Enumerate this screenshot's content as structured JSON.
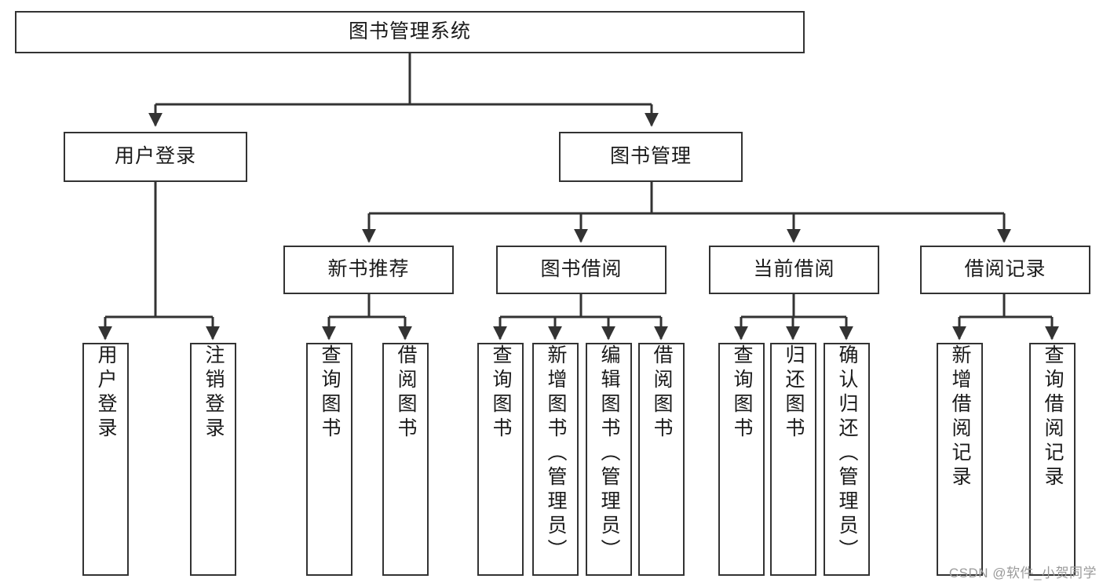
{
  "diagram": {
    "title": "图书管理系统",
    "type": "tree-hierarchy-diagram",
    "colors": {
      "box_border": "#333333",
      "box_fill": "#ffffff",
      "connector": "#333333",
      "text": "#1a1a1a",
      "watermark": "#9a9a9a"
    },
    "root": {
      "label": "图书管理系统"
    },
    "level2": [
      {
        "label": "用户登录"
      },
      {
        "label": "图书管理"
      }
    ],
    "level3": [
      {
        "label": "新书推荐"
      },
      {
        "label": "图书借阅"
      },
      {
        "label": "当前借阅"
      },
      {
        "label": "借阅记录"
      }
    ],
    "leaves": {
      "user_login": [
        {
          "label": "用户登录"
        },
        {
          "label": "注销登录"
        }
      ],
      "new_book_recommend": [
        {
          "label": "查询图书"
        },
        {
          "label": "借阅图书"
        }
      ],
      "book_borrow": [
        {
          "label": "查询图书"
        },
        {
          "label": "新增图书（管理员）"
        },
        {
          "label": "编辑图书（管理员）"
        },
        {
          "label": "借阅图书"
        }
      ],
      "current_borrow": [
        {
          "label": "查询图书"
        },
        {
          "label": "归还图书"
        },
        {
          "label": "确认归还（管理员）"
        }
      ],
      "borrow_record": [
        {
          "label": "新增借阅记录"
        },
        {
          "label": "查询借阅记录"
        }
      ]
    }
  },
  "watermark": {
    "text": "CSDN @软件_小贺同学"
  }
}
